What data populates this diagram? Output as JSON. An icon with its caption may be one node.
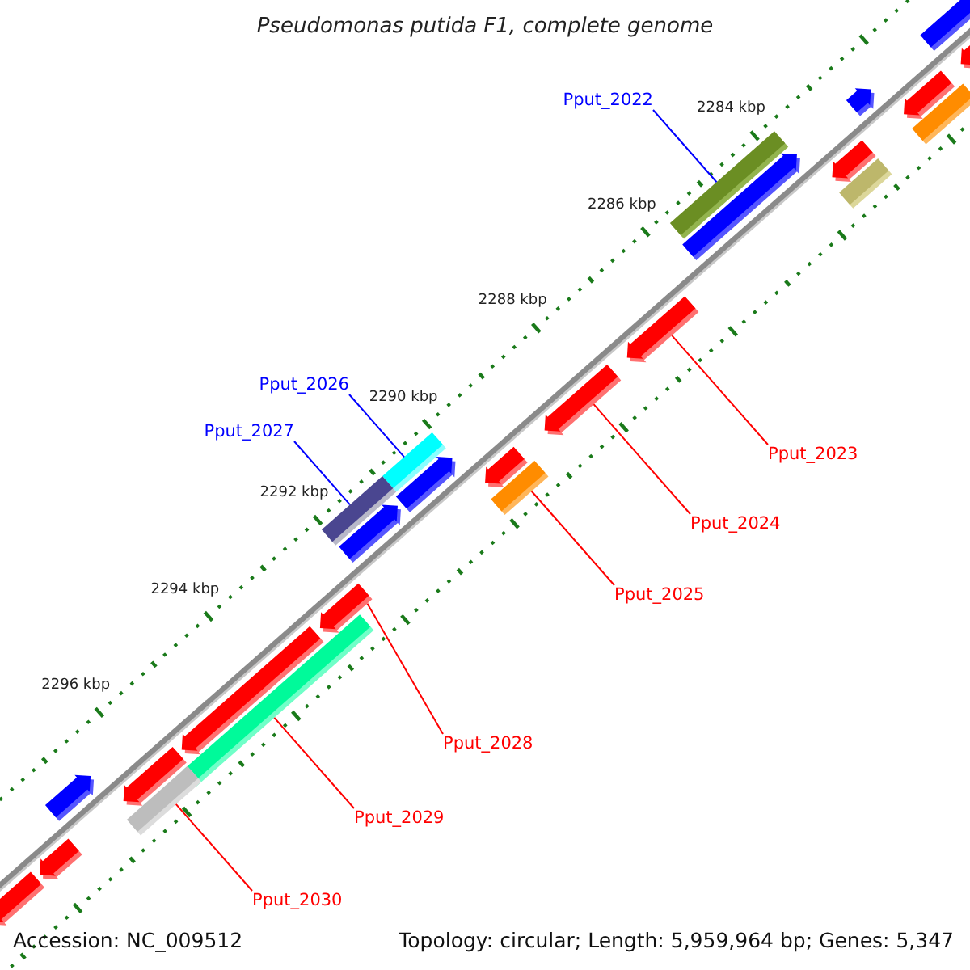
{
  "diagram": {
    "title": "Pseudomonas putida F1, complete genome",
    "nodes": [
      {
        "text": [
          "Pput_2022"
        ]
      },
      {
        "text": [
          "Pput_2026"
        ]
      },
      {
        "text": [
          "Pput_2027"
        ]
      },
      {
        "text": [
          "Pput_2023"
        ]
      },
      {
        "text": [
          "Pput_2024"
        ]
      },
      {
        "text": [
          "Pput_2025"
        ]
      },
      {
        "text": [
          "Pput_2028"
        ]
      },
      {
        "text": [
          "Pput_2029"
        ]
      },
      {
        "text": [
          "Pput_2030"
        ]
      },
      {
        "text": [],
        "shape": "bar"
      },
      {
        "text": [],
        "shape": "bar"
      },
      {
        "text": [],
        "shape": "bar"
      },
      {
        "text": [],
        "shape": "arrow"
      },
      {
        "text": [],
        "shape": "arrow"
      },
      {
        "text": [],
        "shape": "bar"
      },
      {
        "text": [],
        "shape": "arrow"
      },
      {
        "text": [],
        "shape": "bar"
      },
      {
        "text": [],
        "shape": "bar"
      },
      {
        "text": [],
        "shape": "arrow"
      },
      {
        "text": [],
        "shape": "arrow"
      },
      {
        "text": [],
        "shape": "arrow"
      },
      {
        "text": [],
        "shape": "arrow"
      },
      {
        "text": [],
        "shape": "arrow"
      },
      {
        "text": [],
        "shape": "arrow"
      },
      {
        "text": [],
        "shape": "arrow"
      },
      {
        "text": [],
        "shape": "arrow"
      },
      {
        "text": [],
        "shape": "arrow"
      },
      {
        "text": [],
        "shape": "arrow"
      },
      {
        "text": [],
        "shape": "arrow"
      },
      {
        "text": [],
        "shape": "arrow"
      },
      {
        "text": [],
        "shape": "arrow"
      },
      {
        "text": [],
        "shape": "arrow"
      },
      {
        "text": [],
        "shape": "bar"
      },
      {
        "text": [],
        "shape": "bar"
      }
    ],
    "edges": [
      {
        "from": 0,
        "to": 9,
        "arrow": "none",
        "color": "#0000ff"
      },
      {
        "from": 1,
        "to": 10,
        "arrow": "none",
        "color": "#0000ff"
      },
      {
        "from": 2,
        "to": 11,
        "arrow": "none",
        "color": "#0000ff"
      },
      {
        "from": 3,
        "to": 12,
        "arrow": "none"
      },
      {
        "from": 4,
        "to": 13,
        "arrow": "none"
      },
      {
        "from": 5,
        "to": 14,
        "arrow": "none"
      },
      {
        "from": 6,
        "to": 15,
        "arrow": "none"
      },
      {
        "from": 7,
        "to": 16,
        "arrow": "none"
      },
      {
        "from": 8,
        "to": 17,
        "arrow": "none"
      }
    ],
    "labels": [
      "2284 kbp",
      "2286 kbp",
      "2288 kbp",
      "2290 kbp",
      "2292 kbp",
      "2294 kbp",
      "2296 kbp",
      "Accession: NC_009512",
      "Topology: circular; Length: 5,959,964 bp; Genes: 5,347"
    ]
  }
}
